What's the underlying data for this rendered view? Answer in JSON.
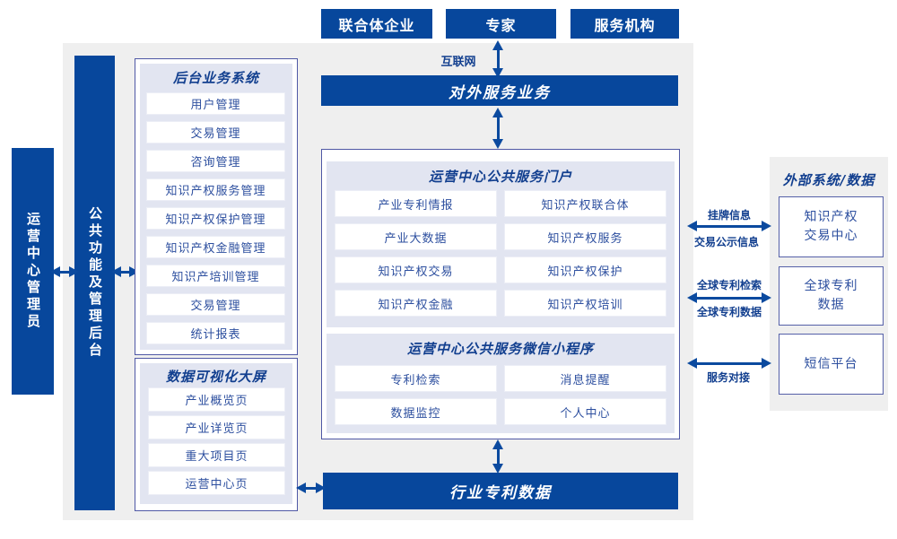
{
  "palette": {
    "primary_blue": "#07479c",
    "arrow_blue": "#0b4a9f",
    "lavender_bg": "#e2e5f1",
    "panel_gray": "#efefef",
    "border_indigo": "#4f58a5",
    "item_text_blue": "#2d4f9f"
  },
  "top_actors": [
    "联合体企业",
    "专家",
    "服务机构"
  ],
  "internet_label": "互联网",
  "bars": {
    "external_service": "对外服务业务",
    "industry_patent_data": "行业专利数据"
  },
  "left_bars": {
    "operator_admin": "运营中心管理员",
    "public_mgmt_backend": "公共功能及管理后台"
  },
  "backend_system": {
    "title": "后台业务系统",
    "items": [
      "用户管理",
      "交易管理",
      "咨询管理",
      "知识产权服务管理",
      "知识产权保护管理",
      "知识产权金融管理",
      "知识产培训管理",
      "交易管理",
      "统计报表"
    ]
  },
  "dataviz": {
    "title": "数据可视化大屏",
    "items": [
      "产业概览页",
      "产业详览页",
      "重大项目页",
      "运营中心页"
    ]
  },
  "portal": {
    "title": "运营中心公共服务门户",
    "items": [
      "产业专利情报",
      "知识产权联合体",
      "产业大数据",
      "知识产权服务",
      "知识产权交易",
      "知识产权保护",
      "知识产权金融",
      "知识产权培训"
    ]
  },
  "miniprogram": {
    "title": "运营中心公共服务微信小程序",
    "items": [
      "专利检索",
      "消息提醒",
      "数据监控",
      "个人中心"
    ]
  },
  "external_systems": {
    "title": "外部系统/数据",
    "boxes": [
      "知识产权\n交易中心",
      "全球专利\n数据",
      "短信平台"
    ]
  },
  "link_labels": {
    "listing_info": "挂牌信息",
    "trade_publicity_info": "交易公示信息",
    "global_patent_search": "全球专利检索",
    "global_patent_data": "全球专利数据",
    "service_connection": "服务对接"
  }
}
